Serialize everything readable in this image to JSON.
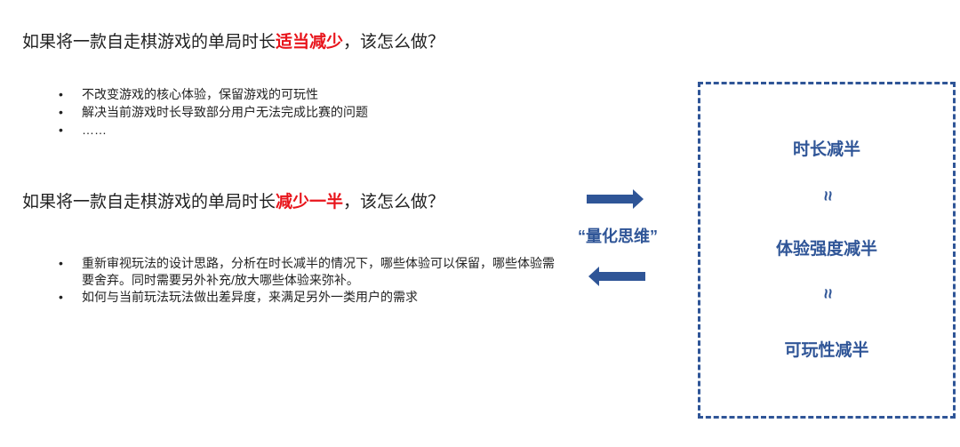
{
  "question1": {
    "prefix": "如果将一款自走棋游戏的单局时长",
    "highlight": "适当减少",
    "suffix": "，该怎么做？"
  },
  "bullets1": [
    "不改变游戏的核心体验，保留游戏的可玩性",
    "解决当前游戏时长导致部分用户无法完成比赛的问题",
    "……"
  ],
  "question2": {
    "prefix": "如果将一款自走棋游戏的单局时长",
    "highlight": "减少一半",
    "suffix": "，该怎么做？"
  },
  "bullets2": [
    "重新审视玩法的设计思路，分析在时长减半的情况下，哪些体验可以保留，哪些体验需要舍弃。同时需要另外补充/放大哪些体验来弥补。",
    "如何与当前玩法玩法做出差异度，来满足另外一类用户的需求"
  ],
  "middle_label": "“量化思维”",
  "box": {
    "items": [
      "时长减半",
      "体验强度减半",
      "可玩性减半"
    ],
    "approx": "≈"
  },
  "colors": {
    "accent": "#2f5597",
    "highlight": "#e8141b"
  }
}
